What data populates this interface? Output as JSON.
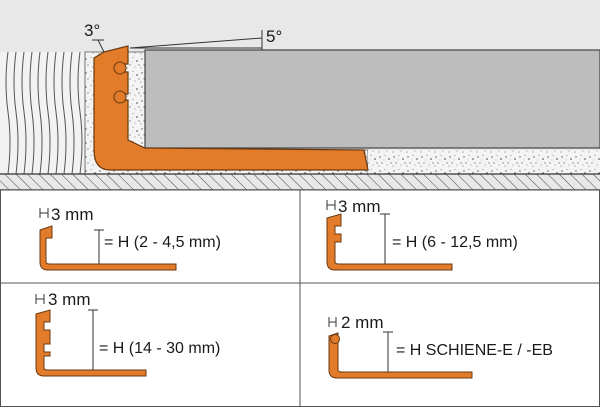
{
  "top": {
    "angle_left": "3°",
    "angle_right": "5°"
  },
  "panels": [
    {
      "thickness": "3 mm",
      "height": "= H (2 - 4,5 mm)"
    },
    {
      "thickness": "3 mm",
      "height": "= H (6 - 12,5 mm)"
    },
    {
      "thickness": "3 mm",
      "height": "= H (14 - 30 mm)"
    },
    {
      "thickness": "2 mm",
      "height": "= H  SCHIENE-E / -EB"
    }
  ],
  "colors": {
    "profile": "#e27b2a",
    "profile_stroke": "#6b3a10",
    "tile": "#bdbdbd",
    "background": "#e8e8e8",
    "line": "#333333"
  }
}
